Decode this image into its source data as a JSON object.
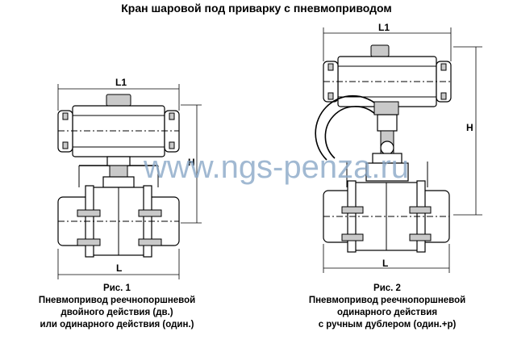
{
  "title": "Кран шаровой под приварку с пневмоприводом",
  "watermark": "www.ngs-penza.ru",
  "figure1": {
    "label_L1": "L1",
    "label_H": "H",
    "label_L": "L",
    "caption_fig": "Рис. 1",
    "caption_line1": "Пневмопривод реечнопоршневой",
    "caption_line2": "двойного действия (дв.)",
    "caption_line3": "или одинарного действия (один.)"
  },
  "figure2": {
    "label_L1": "L1",
    "label_H": "H",
    "label_L": "L",
    "caption_fig": "Рис. 2",
    "caption_line1": "Пневмопривод реечнопоршневой",
    "caption_line2": "одинарного действия",
    "caption_line3": "с ручным дублером (один.+р)"
  }
}
